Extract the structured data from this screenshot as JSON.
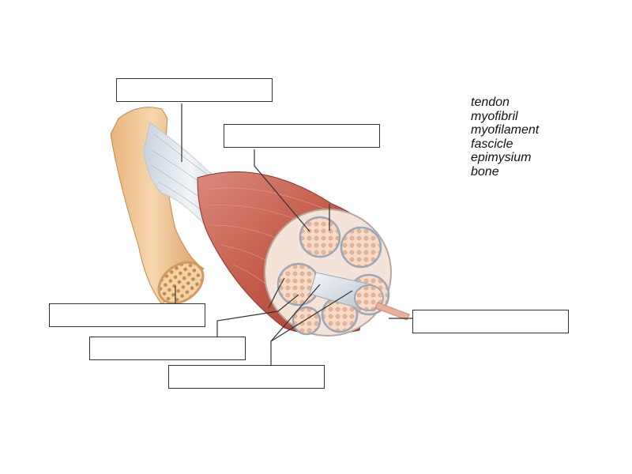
{
  "word_bank": {
    "terms": [
      "tendon",
      "myofibril",
      "myofilament",
      "fascicle",
      "epimysium",
      "bone"
    ]
  },
  "label_boxes": [
    {
      "id": "box-1",
      "value": ""
    },
    {
      "id": "box-2",
      "value": ""
    },
    {
      "id": "box-3",
      "value": ""
    },
    {
      "id": "box-4",
      "value": ""
    },
    {
      "id": "box-5",
      "value": ""
    },
    {
      "id": "box-6",
      "value": ""
    }
  ],
  "colors": {
    "muscle": "#c45a48",
    "muscle_dark": "#9e3a2e",
    "bone": "#f0c38f",
    "bone_dark": "#d9a06a",
    "tendon": "#dfe6ee",
    "fiber": "#f6dcc8",
    "leader_line": "#333333"
  }
}
